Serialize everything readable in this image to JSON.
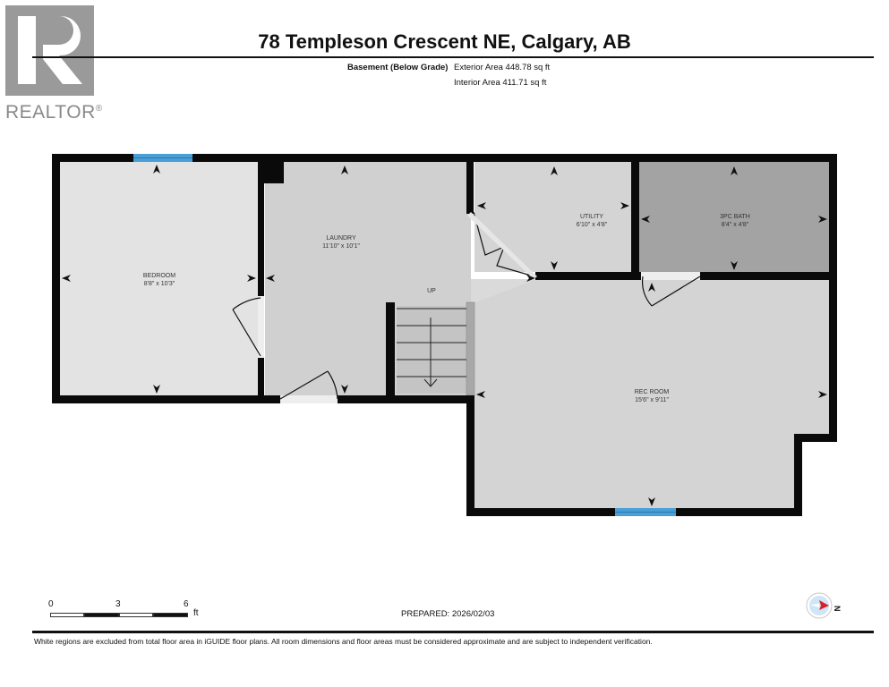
{
  "logo": {
    "brand_text": "REALTOR",
    "registered_mark": "®"
  },
  "header": {
    "title": "78 Templeson Crescent NE, Calgary, AB",
    "level_name": "Basement (Below Grade)",
    "exterior_area": "Exterior Area 448.78 sq ft",
    "interior_area": "Interior Area 411.71 sq ft"
  },
  "rooms": [
    {
      "name": "BEDROOM",
      "dims": "8'8\" x 10'3\"",
      "fill": "#e3e3e3"
    },
    {
      "name": "LAUNDRY",
      "dims": "11'10\" x 10'1\"",
      "fill": "#d0d0d0"
    },
    {
      "name": "UTILITY",
      "dims": "6'10\" x 4'8\"",
      "fill": "#d4d4d4"
    },
    {
      "name": "3PC BATH",
      "dims": "8'4\" x 4'8\"",
      "fill": "#a3a3a3"
    },
    {
      "name": "REC ROOM",
      "dims": "15'6\" x 9'11\"",
      "fill": "#d4d4d4"
    }
  ],
  "stairs": {
    "label": "UP"
  },
  "colors": {
    "wall": "#0a0a0a",
    "window": "#4a9fd6",
    "door_opening": "#eeeeee",
    "compass_ring": "#cfe6f7",
    "compass_needle": "#d6202a"
  },
  "scale_bar": {
    "ticks": [
      "0",
      "3",
      "6"
    ],
    "unit": "ft"
  },
  "prepared": "PREPARED: 2026/02/03",
  "compass": {
    "label": "N"
  },
  "footer": {
    "disclaimer": "White regions are excluded from total floor area in iGUIDE floor plans. All room dimensions and floor areas must be considered approximate and are subject to independent verification."
  }
}
